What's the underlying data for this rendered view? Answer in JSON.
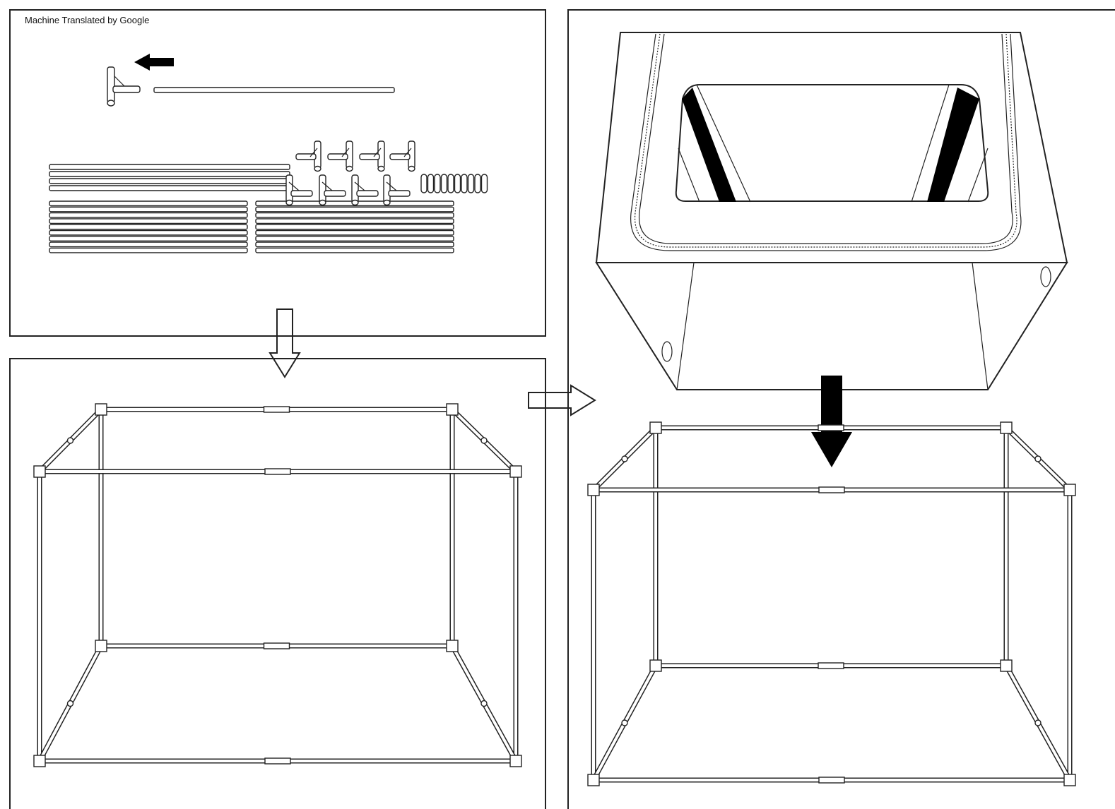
{
  "watermark": "Machine Translated by Google",
  "panels": [
    {
      "id": "parts-layout",
      "content": "pipes, connectors and end caps laid out"
    },
    {
      "id": "assembled-frame",
      "content": "assembled pipe frame"
    },
    {
      "id": "cover-install",
      "content": "tent cover lowered onto frame"
    }
  ],
  "icons": [
    "arrow-left-icon",
    "arrow-down-outline-icon",
    "arrow-right-outline-icon",
    "arrow-down-solid-icon"
  ],
  "colors": {
    "line": "#222222",
    "fill": "#ffffff",
    "solid": "#000000"
  }
}
